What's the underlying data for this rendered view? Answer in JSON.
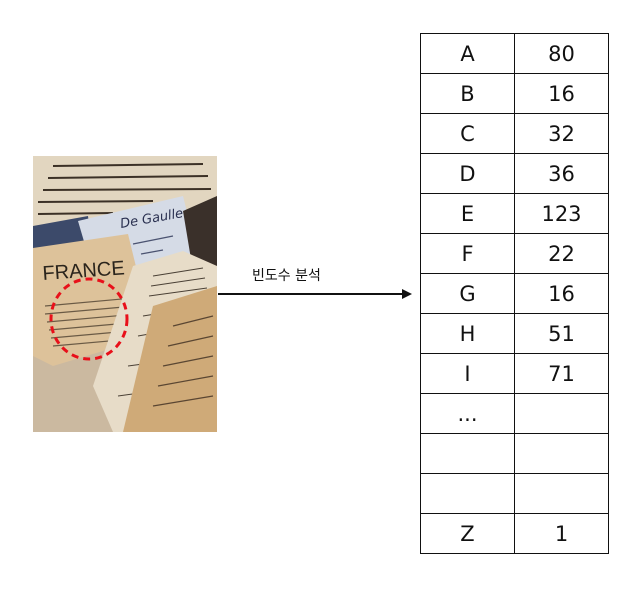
{
  "diagram": {
    "arrow_label": "빈도수 분석",
    "photo_headline": "FRANCE",
    "photo_handwriting": "De Gaulle"
  },
  "table": {
    "rows": [
      {
        "letter": "A",
        "count": "80"
      },
      {
        "letter": "B",
        "count": "16"
      },
      {
        "letter": "C",
        "count": "32"
      },
      {
        "letter": "D",
        "count": "36"
      },
      {
        "letter": "E",
        "count": "123"
      },
      {
        "letter": "F",
        "count": "22"
      },
      {
        "letter": "G",
        "count": "16"
      },
      {
        "letter": "H",
        "count": "51"
      },
      {
        "letter": "I",
        "count": "71"
      },
      {
        "letter": "...",
        "count": ""
      },
      {
        "letter": "",
        "count": ""
      },
      {
        "letter": "",
        "count": ""
      },
      {
        "letter": "Z",
        "count": "1"
      }
    ]
  },
  "colors": {
    "highlight_circle": "#e8101a",
    "table_border": "#111111"
  }
}
